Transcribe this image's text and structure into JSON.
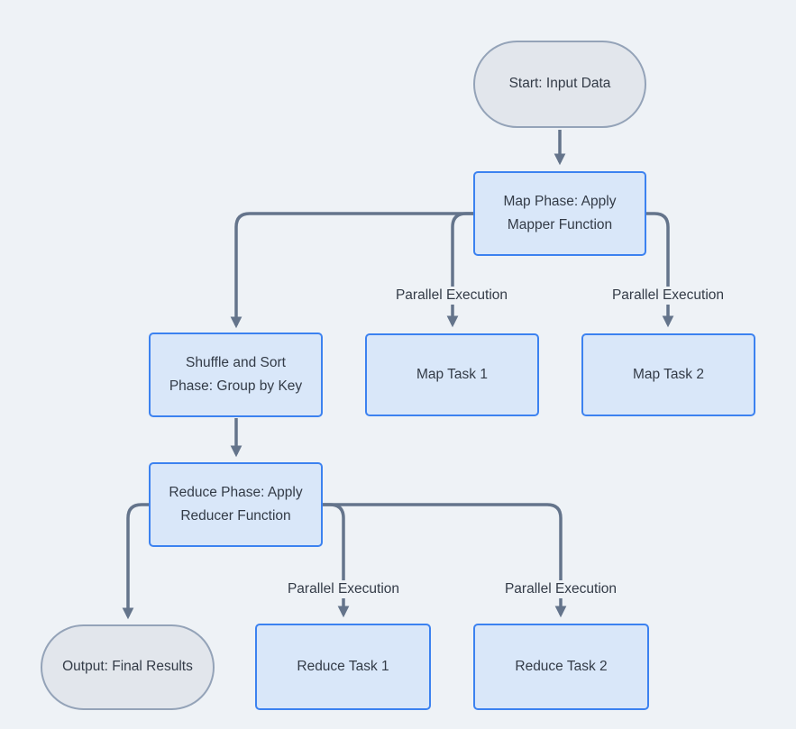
{
  "diagram": {
    "type": "flowchart",
    "direction": "top-down",
    "colors": {
      "background": "#eef2f6",
      "process_fill": "#d9e7f9",
      "process_border": "#3c82f0",
      "terminal_fill": "#e2e6ec",
      "terminal_border": "#94a3b8",
      "edge_stroke": "#64748b",
      "text": "#333b47"
    },
    "nodes": [
      {
        "id": "start",
        "shape": "stadium",
        "label": "Start: Input Data"
      },
      {
        "id": "map-phase",
        "shape": "rect",
        "label": "Map Phase: Apply Mapper Function"
      },
      {
        "id": "map-task-1",
        "shape": "rect",
        "label": "Map Task 1"
      },
      {
        "id": "map-task-2",
        "shape": "rect",
        "label": "Map Task 2"
      },
      {
        "id": "shuffle-sort",
        "shape": "rect",
        "label": "Shuffle and Sort Phase: Group by Key"
      },
      {
        "id": "reduce-phase",
        "shape": "rect",
        "label": "Reduce Phase: Apply Reducer Function"
      },
      {
        "id": "reduce-task-1",
        "shape": "rect",
        "label": "Reduce Task 1"
      },
      {
        "id": "reduce-task-2",
        "shape": "rect",
        "label": "Reduce Task 2"
      },
      {
        "id": "output",
        "shape": "stadium",
        "label": "Output: Final Results"
      }
    ],
    "edges": [
      {
        "from": "start",
        "to": "map-phase",
        "label": ""
      },
      {
        "from": "map-phase",
        "to": "shuffle-sort",
        "label": ""
      },
      {
        "from": "map-phase",
        "to": "map-task-1",
        "label": "Parallel Execution"
      },
      {
        "from": "map-phase",
        "to": "map-task-2",
        "label": "Parallel Execution"
      },
      {
        "from": "shuffle-sort",
        "to": "reduce-phase",
        "label": ""
      },
      {
        "from": "reduce-phase",
        "to": "output",
        "label": ""
      },
      {
        "from": "reduce-phase",
        "to": "reduce-task-1",
        "label": "Parallel Execution"
      },
      {
        "from": "reduce-phase",
        "to": "reduce-task-2",
        "label": "Parallel Execution"
      }
    ]
  }
}
